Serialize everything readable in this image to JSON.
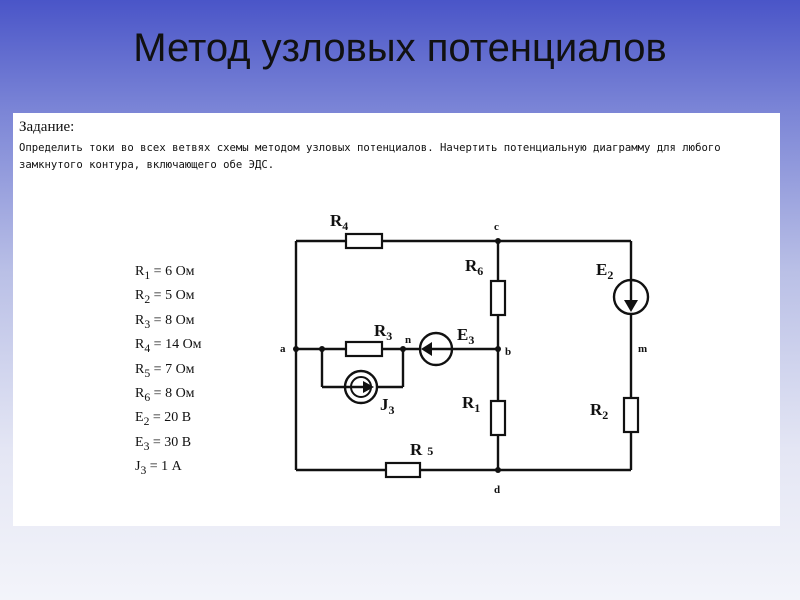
{
  "title": "Метод узловых потенциалов",
  "task": {
    "heading": "Задание:",
    "text": "Определить токи во всех ветвях схемы методом узловых потенциалов. Начертить потенциальную диаграмму для любого замкнутого контура, включающего обе ЭДС."
  },
  "parameters": [
    {
      "symbol": "R",
      "sub": "1",
      "value": "= 6 Ом"
    },
    {
      "symbol": "R",
      "sub": "2",
      "value": "= 5 Ом"
    },
    {
      "symbol": "R",
      "sub": "3",
      "value": "= 8 Ом"
    },
    {
      "symbol": "R",
      "sub": "4",
      "value": "= 14 Ом"
    },
    {
      "symbol": "R",
      "sub": "5",
      "value": "= 7 Ом"
    },
    {
      "symbol": "R",
      "sub": "6",
      "value": "= 8 Ом"
    },
    {
      "symbol": "E",
      "sub": "2",
      "value": "= 20 В"
    },
    {
      "symbol": "E",
      "sub": "3",
      "value": "= 30 В"
    },
    {
      "symbol": "J",
      "sub": "3",
      "value": "= 1 А"
    }
  ],
  "circuit": {
    "nodes": {
      "a": "a",
      "b": "b",
      "c": "c",
      "d": "d",
      "n": "n",
      "m": "m"
    },
    "components": {
      "R1": {
        "main": "R",
        "sub": "1"
      },
      "R2": {
        "main": "R",
        "sub": "2"
      },
      "R3": {
        "main": "R",
        "sub": "3"
      },
      "R4": {
        "main": "R",
        "sub": "4"
      },
      "R5": {
        "main": "R",
        "sub": "5"
      },
      "R6": {
        "main": "R",
        "sub": "6"
      },
      "E2": {
        "main": "E",
        "sub": "2"
      },
      "E3": {
        "main": "E",
        "sub": "3"
      },
      "J3": {
        "main": "J",
        "sub": "3"
      }
    }
  },
  "colors": {
    "wire": "#111111",
    "panel": "#ffffff",
    "background_top": "#4a55c8"
  }
}
